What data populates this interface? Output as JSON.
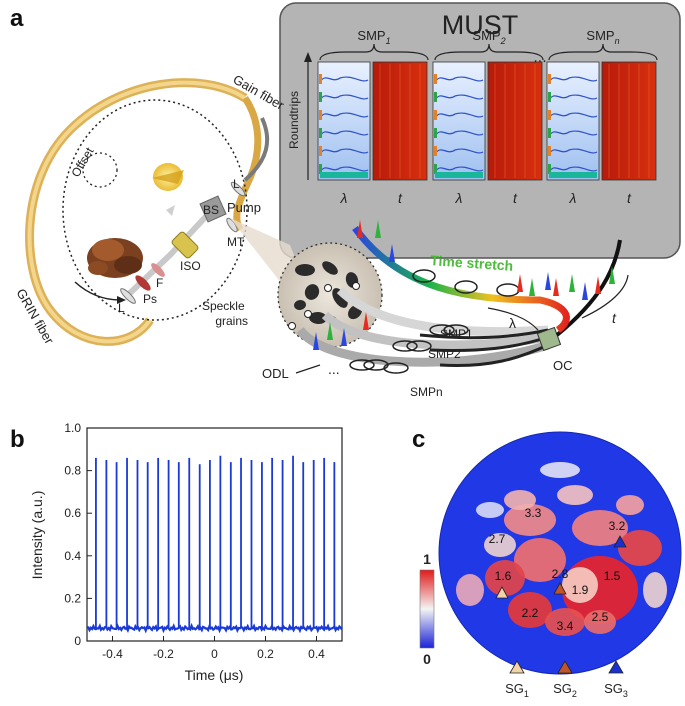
{
  "panels": {
    "a": {
      "letter": "a",
      "must_title": "MUST",
      "smp_headers": [
        "SMP1",
        "SMP2",
        "SMPn"
      ],
      "ellipsis": "...",
      "roundtrips_label": "Roundtrips",
      "axis_lambda": "λ",
      "axis_t": "t",
      "labels": {
        "gain_fiber": "Gain fiber",
        "grin_fiber": "GRIN fiber",
        "offset": "Offset",
        "pump": "Pump",
        "bs": "BS",
        "l_top": "L",
        "mt": "MT",
        "iso": "ISO",
        "f": "F",
        "ps": "Ps",
        "l_bottom": "L",
        "speckle_grains": "Speckle\ngrains",
        "time_stretch": "Time stretch",
        "odl": "ODL",
        "oc": "OC",
        "smp_lines": [
          "SMP1",
          "SMP2",
          "SMPn"
        ],
        "lambda_arrow": "λ",
        "t_arrow": "t"
      }
    },
    "b": {
      "letter": "b",
      "xlabel": "Time (μs)",
      "ylabel": "Intensity (a.u.)",
      "xticks": [
        "-0.4",
        "-0.2",
        "0",
        "0.2",
        "0.4"
      ],
      "yticks": [
        "0",
        "0.2",
        "0.4",
        "0.6",
        "0.8",
        "1.0"
      ]
    },
    "c": {
      "letter": "c",
      "colorbar_max": "1",
      "colorbar_min": "0",
      "numbers": [
        "3.3",
        "2.7",
        "3.2",
        "1.6",
        "2.8",
        "1.9",
        "1.5",
        "2.2",
        "3.4",
        "2.5"
      ],
      "legend": [
        "SG1",
        "SG2",
        "SG3"
      ],
      "colors": {
        "sg1": "#f2d3a8",
        "sg2": "#c0552a",
        "sg3": "#1b2fd0"
      }
    }
  },
  "chart_data": {
    "type": "line",
    "xlabel": "Time (μs)",
    "ylabel": "Intensity (a.u.)",
    "xlim": [
      -0.5,
      0.5
    ],
    "ylim": [
      0,
      1.0
    ],
    "baseline": 0.06,
    "series": [
      {
        "x": [
          -0.465,
          -0.424,
          -0.384,
          -0.343,
          -0.302,
          -0.262,
          -0.221,
          -0.18,
          -0.14,
          -0.099,
          -0.058,
          -0.018,
          0.023,
          0.064,
          0.104,
          0.145,
          0.186,
          0.226,
          0.267,
          0.308,
          0.348,
          0.389,
          0.43,
          0.47
        ],
        "values": [
          0.86,
          0.85,
          0.84,
          0.86,
          0.85,
          0.84,
          0.86,
          0.85,
          0.84,
          0.86,
          0.83,
          0.85,
          0.87,
          0.84,
          0.86,
          0.85,
          0.84,
          0.86,
          0.85,
          0.87,
          0.84,
          0.85,
          0.86,
          0.84
        ]
      }
    ]
  }
}
